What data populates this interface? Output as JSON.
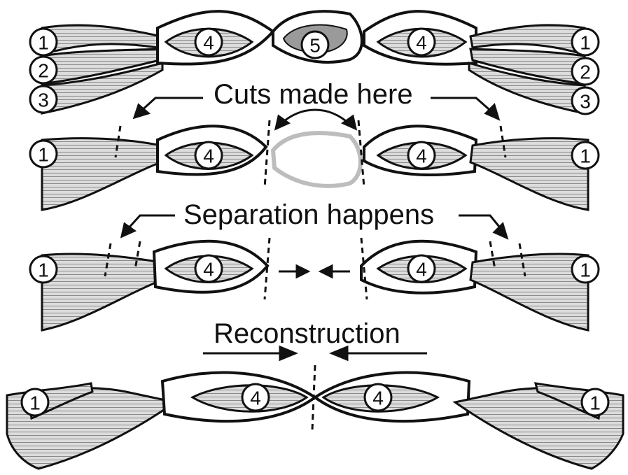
{
  "captions": {
    "cuts": "Cuts made here",
    "separation": "Separation happens",
    "reconstruction": "Reconstruction"
  },
  "labels": {
    "one": "1",
    "two": "2",
    "three": "3",
    "four": "4",
    "five": "5"
  },
  "colors": {
    "ink": "#111111",
    "muscle_fill": "#d9d9d9",
    "hatch": "#777777",
    "ghost": "#bdbdbd",
    "paper": "#ffffff"
  }
}
